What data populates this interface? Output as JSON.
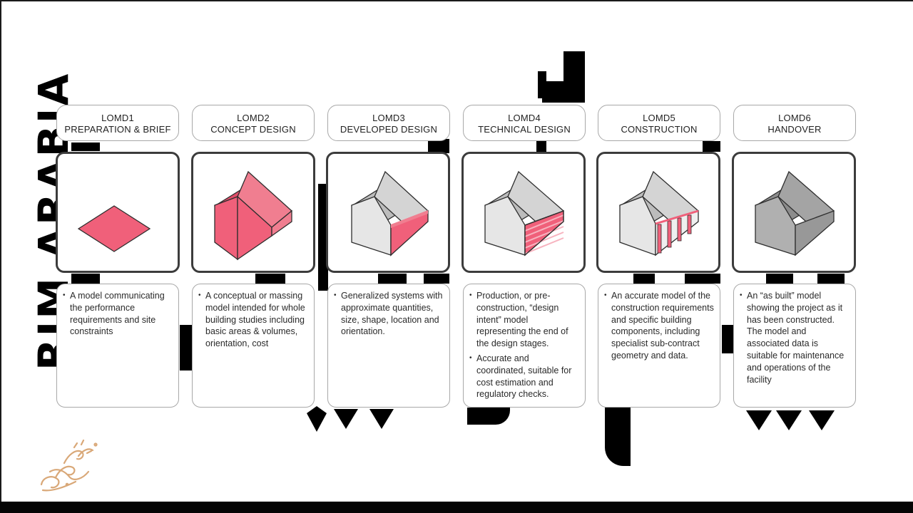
{
  "decoration": {
    "vertical_word": "RIM ARABIA"
  },
  "stages": [
    {
      "code": "LOMD1",
      "title": "PREPARATION & BRIEF",
      "illustration": "flat-parallelogram-icon",
      "bullets": [
        "A model communicating the performance requirements and site constraints"
      ]
    },
    {
      "code": "LOMD2",
      "title": "CONCEPT DESIGN",
      "illustration": "massing-house-icon",
      "bullets": [
        "A conceptual or massing model intended for whole building studies including basic areas & volumes, orientation, cost"
      ]
    },
    {
      "code": "LOMD3",
      "title": "DEVELOPED DESIGN",
      "illustration": "developed-house-icon",
      "bullets": [
        "Generalized systems with approximate quantities, size, shape, location and orientation."
      ]
    },
    {
      "code": "LOMD4",
      "title": "TECHNICAL DESIGN",
      "illustration": "technical-house-icon",
      "bullets": [
        "Production, or pre-construction, “design intent” model representing the end of the design stages.",
        "Accurate and coordinated, suitable for cost estimation and regulatory checks."
      ]
    },
    {
      "code": "LOMD5",
      "title": "CONSTRUCTION",
      "illustration": "construction-house-icon",
      "bullets": [
        "An accurate model of the construction requirements and specific building components, including specialist sub-contract geometry and data."
      ]
    },
    {
      "code": "LOMD6",
      "title": "HANDOVER",
      "illustration": "as-built-house-icon",
      "bullets": [
        "An “as built” model showing the project as it has been constructed. The model and associated data is suitable for maintenance and operations of the facility"
      ]
    }
  ],
  "colors": {
    "accent_pink": "#f0607a",
    "pink_light": "#f07e90",
    "pink_dark": "#d9465f",
    "house_grey_light": "#e6e6e6",
    "house_grey_side": "#d4d4d4",
    "house_grey_roof": "#bcbcbc",
    "house_dark_front": "#b0b0b0",
    "house_dark_side": "#989898",
    "house_dark_roof": "#8c8c8c",
    "outline": "#2e2e2e",
    "signature": "#d9a878"
  }
}
